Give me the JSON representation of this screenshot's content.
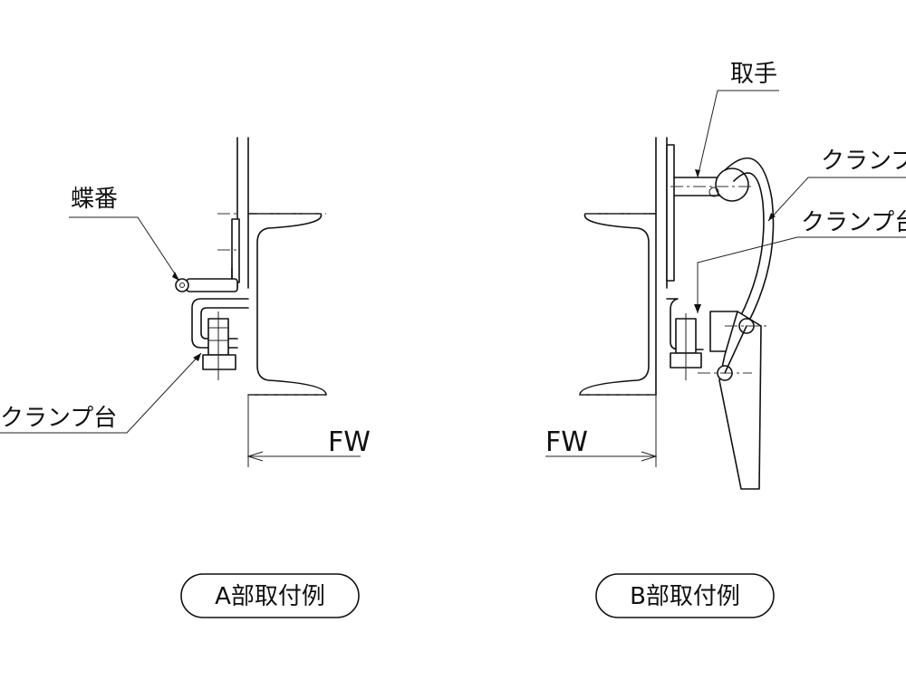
{
  "labels": {
    "hinge": "蝶番",
    "clamp_base_a": "クランプ台",
    "handle": "取手",
    "clamp": "クランプ",
    "clamp_base_b": "クランプ台"
  },
  "dimensions": {
    "fw_a": "FW",
    "fw_b": "FW"
  },
  "captions": {
    "a": "A部取付例",
    "b": "B部取付例"
  }
}
